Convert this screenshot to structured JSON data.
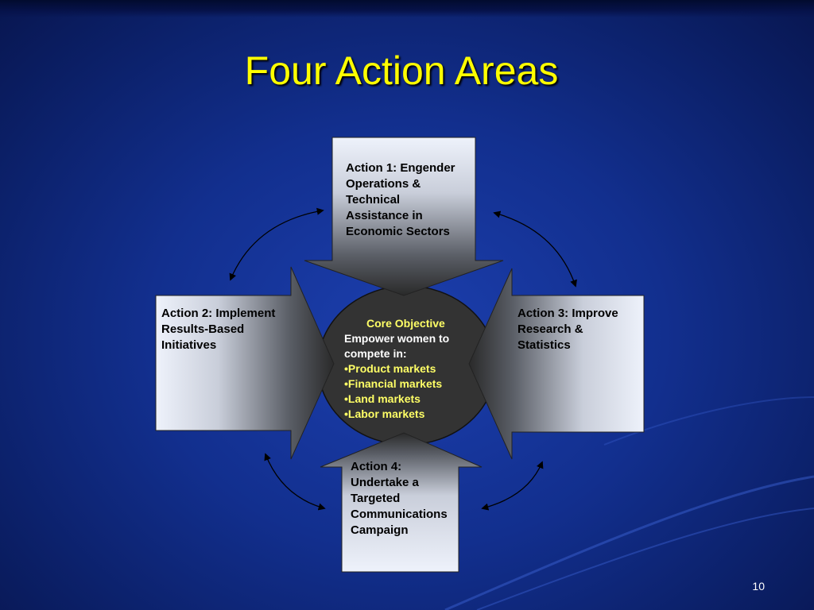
{
  "slide": {
    "title": "Four Action Areas",
    "page_number": "10"
  },
  "actions": {
    "action1": [
      "Action 1: Engender",
      "Operations &",
      "Technical",
      "Assistance in",
      "Economic Sectors"
    ],
    "action2": [
      "Action 2: Implement",
      "Results-Based",
      "Initiatives"
    ],
    "action3": [
      "Action 3: Improve",
      "Research &",
      "Statistics"
    ],
    "action4": [
      "Action 4:",
      "Undertake a",
      "Targeted",
      "Communications",
      "Campaign"
    ]
  },
  "core": {
    "heading": "Core Objective",
    "subheading": [
      "Empower women to",
      "compete in:"
    ],
    "items": [
      "•Product markets",
      "•Financial markets",
      "•Land markets",
      "•Labor markets"
    ]
  },
  "colors": {
    "title": "#ffff00",
    "core_text": "#ffff66",
    "box_light": "#dde5f5",
    "core_fill": "#333333"
  }
}
